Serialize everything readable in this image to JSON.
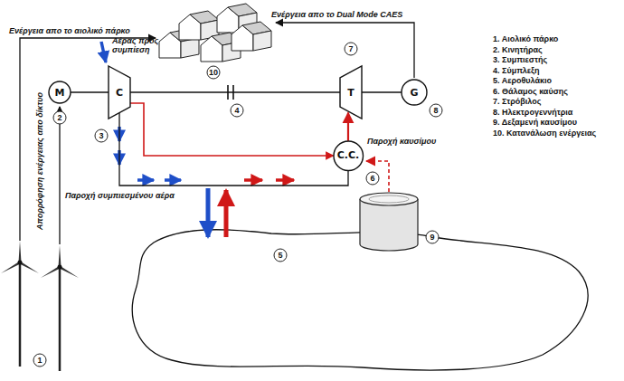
{
  "diagram": {
    "nodes": [
      {
        "text": [
          "M"
        ]
      },
      {
        "text": [
          "C"
        ]
      },
      {
        "text": [
          "T"
        ]
      },
      {
        "text": [
          "G"
        ]
      },
      {
        "text": [
          "C.C."
        ]
      }
    ],
    "edges": [
      {
        "from": 0,
        "to": 1,
        "arrow": "none"
      },
      {
        "from": 1,
        "to": 2,
        "arrow": "none"
      },
      {
        "from": 1,
        "to": 4,
        "arrow": "to"
      },
      {
        "from": 4,
        "to": 2,
        "arrow": "to"
      },
      {
        "from": 2,
        "to": 3,
        "arrow": "none"
      },
      {
        "from": 1,
        "to": 4,
        "arrow": "none"
      }
    ],
    "labels": [
      "Ενέργεια απο το αιολικό πάρκο",
      "Ενέργεια απο το Dual Mode CAES",
      "Αέρας προς συμπίεση",
      "Απορρόφηση ενέργειας απο δίκτυο",
      "Παροχή συμπιεσμένου αέρα",
      "Παροχή καυσίμου",
      "1",
      "2",
      "3",
      "4",
      "5",
      "6",
      "7",
      "8",
      "9",
      "10",
      "1. Αιολικό πάρκο",
      "2. Κινητήρας",
      "3. Συμπιεστής",
      "4. Σύμπλεξη",
      "5. Αεροθυλάκιο",
      "6. Θάλαμος καύσης",
      "7. Στρόβιλος",
      "8. Ηλεκτρογεννήτρια",
      "9. Δεξαμενή καυσίμου",
      "10. Κατανάλωση ενέργειας"
    ]
  }
}
